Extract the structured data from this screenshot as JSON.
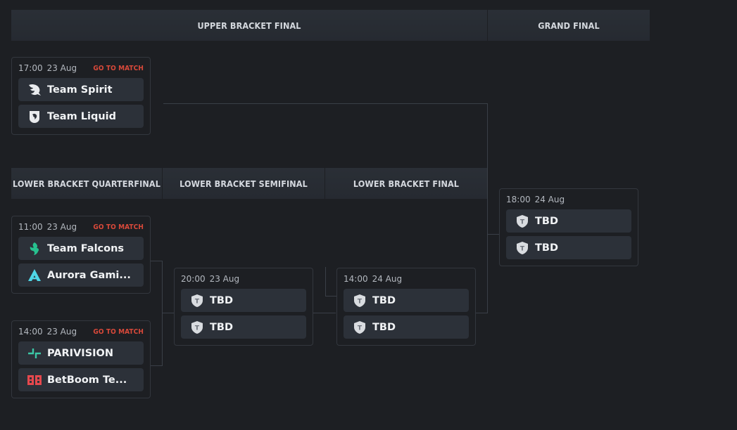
{
  "headers": {
    "upper_bracket_final": "UPPER BRACKET FINAL",
    "grand_final": "GRAND FINAL",
    "lower_bracket_quarterfinal": "LOWER BRACKET QUARTERFINAL",
    "lower_bracket_semifinal": "LOWER BRACKET SEMIFINAL",
    "lower_bracket_final": "LOWER BRACKET FINAL"
  },
  "matches": {
    "ubf": {
      "time": "17:00",
      "date": "23 Aug",
      "goto": "GO TO MATCH",
      "team1": {
        "name": "Team Spirit",
        "icon": "team-spirit-logo"
      },
      "team2": {
        "name": "Team Liquid",
        "icon": "team-liquid-logo"
      }
    },
    "lbqf1": {
      "time": "11:00",
      "date": "23 Aug",
      "goto": "GO TO MATCH",
      "team1": {
        "name": "Team Falcons",
        "icon": "team-falcons-logo"
      },
      "team2": {
        "name": "Aurora Gami...",
        "icon": "aurora-logo"
      }
    },
    "lbqf2": {
      "time": "14:00",
      "date": "23 Aug",
      "goto": "GO TO MATCH",
      "team1": {
        "name": "PARIVISION",
        "icon": "parivision-logo"
      },
      "team2": {
        "name": "BetBoom Te...",
        "icon": "betboom-logo"
      }
    },
    "lbsf": {
      "time": "20:00",
      "date": "23 Aug",
      "team1": {
        "name": "TBD",
        "icon": "tbd-shield-icon"
      },
      "team2": {
        "name": "TBD",
        "icon": "tbd-shield-icon"
      }
    },
    "lbf": {
      "time": "14:00",
      "date": "24 Aug",
      "team1": {
        "name": "TBD",
        "icon": "tbd-shield-icon"
      },
      "team2": {
        "name": "TBD",
        "icon": "tbd-shield-icon"
      }
    },
    "gf": {
      "time": "18:00",
      "date": "24 Aug",
      "team1": {
        "name": "TBD",
        "icon": "tbd-shield-icon"
      },
      "team2": {
        "name": "TBD",
        "icon": "tbd-shield-icon"
      }
    }
  },
  "colors": {
    "background": "#1d1f23",
    "header": "#2a2f36",
    "team_row": "#2c3139",
    "go_to_match": "#d9493a",
    "falcons": "#27c18f",
    "aurora": "#4fd6e6",
    "parivision": "#3cc7a6",
    "betboom": "#e5484d"
  }
}
